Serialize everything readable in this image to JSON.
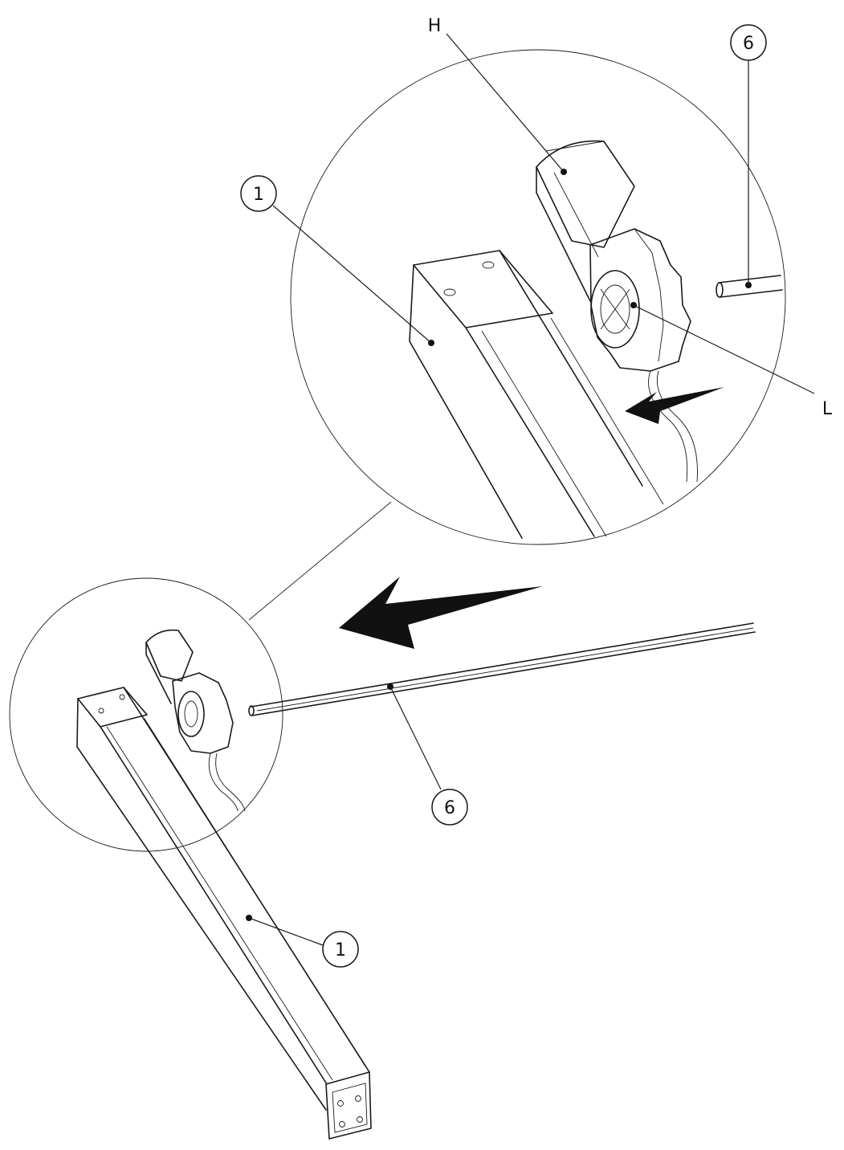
{
  "callouts": {
    "detail_leg": "1",
    "detail_shaft": "6",
    "main_leg": "1",
    "main_shaft": "6"
  },
  "letters": {
    "motor_housing": "H",
    "gear_coupling": "L"
  }
}
